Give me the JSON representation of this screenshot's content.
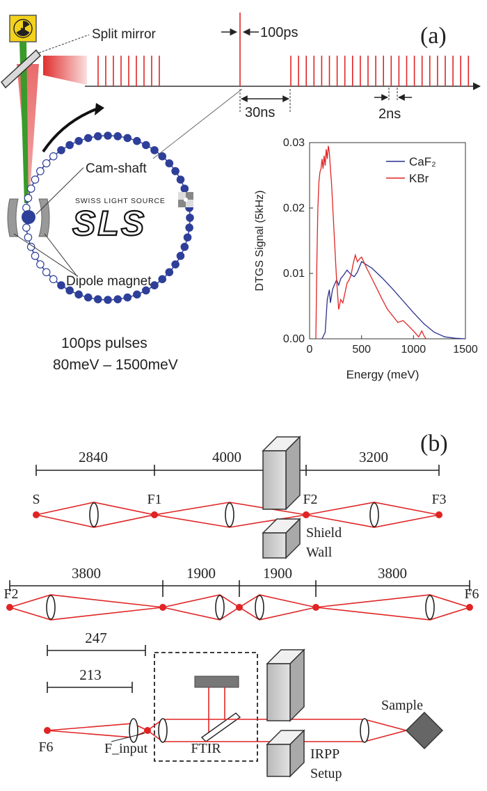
{
  "panel_a": {
    "label": "(a)",
    "split_mirror": "Split mirror",
    "pulse_width": "100ps",
    "gap": "30ns",
    "spacing": "2ns",
    "cam_shaft": "Cam-shaft",
    "dipole": "Dipole magnet",
    "sls_top": "SWISS LIGHT SOURCE",
    "sls_logo": "SLS",
    "pulses": "100ps pulses",
    "range": "80meV – 1500meV",
    "colors": {
      "beam": "#e02424",
      "electron": "#2e3f99",
      "green": "#3a9a2a",
      "warning": "#f3d21b"
    }
  },
  "chart_data": {
    "type": "line",
    "xlabel": "Energy (meV)",
    "ylabel": "DTGS Signal (5kHz)",
    "xlim": [
      0,
      1500
    ],
    "ylim": [
      0,
      0.03
    ],
    "xticks": [
      "0",
      "500",
      "1000",
      "1500"
    ],
    "yticks": [
      "0.00",
      "0.01",
      "0.02",
      "0.03"
    ],
    "grid": false,
    "legend_position": "top-right",
    "series": [
      {
        "name": "CaF₂",
        "color": "#2a2f8c",
        "x": [
          120,
          150,
          170,
          190,
          200,
          220,
          240,
          260,
          280,
          300,
          330,
          360,
          400,
          430,
          460,
          500,
          600,
          700,
          800,
          900,
          1000,
          1100,
          1200,
          1300,
          1400,
          1500
        ],
        "y": [
          0.0,
          0.001,
          0.006,
          0.0075,
          0.0055,
          0.0075,
          0.0083,
          0.009,
          0.0082,
          0.0092,
          0.0098,
          0.0105,
          0.0098,
          0.0095,
          0.0102,
          0.0118,
          0.0108,
          0.0093,
          0.0076,
          0.0058,
          0.004,
          0.0023,
          0.001,
          0.0003,
          0.0001,
          0.0
        ]
      },
      {
        "name": "KBr",
        "color": "#e02424",
        "x": [
          60,
          70,
          80,
          90,
          100,
          110,
          120,
          130,
          140,
          150,
          160,
          170,
          180,
          190,
          200,
          210,
          220,
          240,
          260,
          280,
          300,
          320,
          340,
          360,
          380,
          400,
          420,
          440,
          460,
          480,
          500,
          550,
          600,
          650,
          700,
          750,
          800,
          850,
          900,
          950,
          1000,
          1050,
          1080,
          1100,
          1120
        ],
        "y": [
          0.0,
          0.012,
          0.02,
          0.024,
          0.0255,
          0.026,
          0.0275,
          0.026,
          0.028,
          0.0265,
          0.029,
          0.0275,
          0.0295,
          0.0285,
          0.026,
          0.024,
          0.021,
          0.015,
          0.009,
          0.0045,
          0.006,
          0.0055,
          0.007,
          0.0085,
          0.009,
          0.0098,
          0.0115,
          0.0128,
          0.0118,
          0.0122,
          0.0125,
          0.0108,
          0.0092,
          0.0076,
          0.006,
          0.0045,
          0.0035,
          0.0025,
          0.0028,
          0.002,
          0.0012,
          0.0003,
          0.0012,
          0.0005,
          0.0
        ]
      }
    ]
  },
  "panel_b": {
    "label": "(b)",
    "row1": {
      "dims": [
        "2840",
        "4000",
        "3200"
      ],
      "points": [
        "S",
        "F1",
        "F2",
        "F3"
      ],
      "wall": [
        "Shield",
        "Wall"
      ]
    },
    "row2": {
      "dims": [
        "3800",
        "1900",
        "1900",
        "3800"
      ],
      "points": [
        "F2",
        "F6"
      ]
    },
    "row3": {
      "dims": [
        "247",
        "213"
      ],
      "points": [
        "F6",
        "F_input"
      ],
      "ftir": "FTIR",
      "setup": [
        "IRPP",
        "Setup"
      ],
      "sample": "Sample"
    }
  }
}
